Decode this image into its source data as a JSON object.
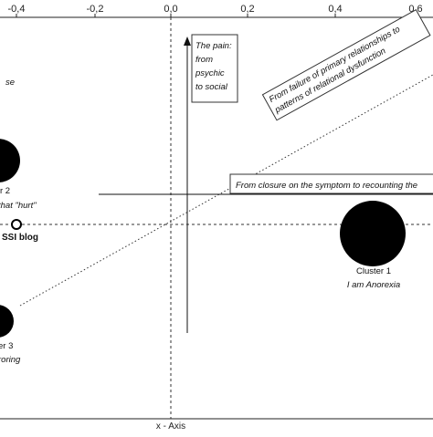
{
  "axes": {
    "x_ticks": [
      "-0,4",
      "-0,2",
      "0,0",
      "0,2",
      "0,4",
      "0,6"
    ],
    "x_axis_label": "x - Axis"
  },
  "annotations": {
    "pain": [
      "The pain:",
      "from",
      "psychic",
      "to social"
    ],
    "failure": [
      "From failure of primary relationships to",
      "patterns of relational dysfunction"
    ],
    "closure": "From closure on the symptom to recounting the"
  },
  "clusters": {
    "c1_title": "Cluster 1",
    "c1_sub": "I am Anorexia",
    "c2_title": "r 2",
    "c2_sub": "that \"hurt\"",
    "c3_title": "er 3",
    "c3_sub": "roring",
    "blog_label": "SSI blog",
    "top_left_fragment": "se"
  }
}
